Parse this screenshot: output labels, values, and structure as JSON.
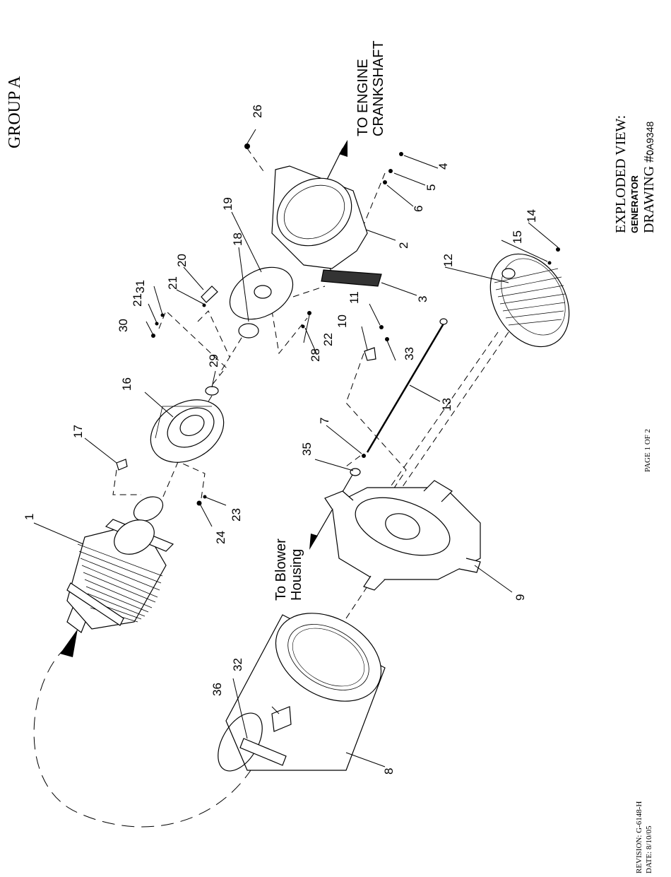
{
  "header": {
    "group": "GROUP A"
  },
  "callouts": {
    "engine_l1": "TO ENGINE",
    "engine_l2": "CRANKSHAFT",
    "blower_l1": "To Blower",
    "blower_l2": "Housing"
  },
  "title_block": {
    "line1": "EXPLODED VIEW:",
    "line2": "GENERATOR",
    "line3_label": "DRAWING #:",
    "line3_value": "0A9348"
  },
  "footer": {
    "page": "PAGE 1 OF 2",
    "revision": "REVISION: G-6148-H",
    "date": "DATE: 8/10/05"
  },
  "part_numbers": {
    "p1": "1",
    "p2": "2",
    "p3": "3",
    "p4": "4",
    "p5": "5",
    "p6": "6",
    "p7": "7",
    "p8": "8",
    "p9": "9",
    "p10": "10",
    "p11": "11",
    "p12": "12",
    "p13": "13",
    "p14": "14",
    "p15": "15",
    "p16": "16",
    "p17": "17",
    "p18": "18",
    "p19": "19",
    "p20": "20",
    "p21a": "21",
    "p21b": "21",
    "p22": "22",
    "p23": "23",
    "p24": "24",
    "p26": "26",
    "p28": "28",
    "p29": "29",
    "p30": "30",
    "p31": "31",
    "p32": "32",
    "p33": "33",
    "p35": "35",
    "p36": "36"
  }
}
